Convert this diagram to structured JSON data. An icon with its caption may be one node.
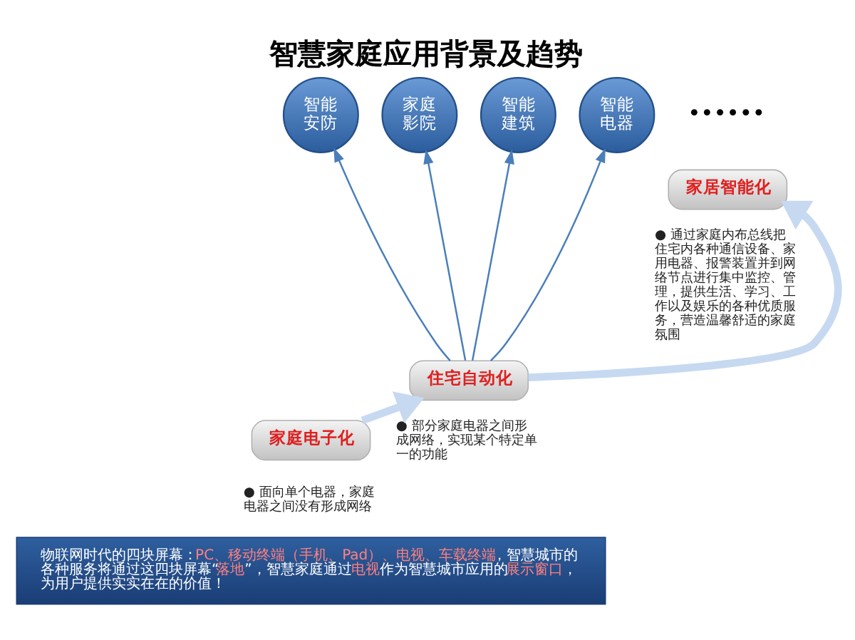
{
  "diagram": {
    "title": "智慧家庭应用背景及趋势",
    "nodes": [
      {
        "text": [
          "智能安防"
        ]
      },
      {
        "text": [
          "家庭影院"
        ]
      },
      {
        "text": [
          "智能建筑"
        ]
      },
      {
        "text": [
          "智能电器"
        ]
      },
      {
        "text": [
          "家居智能化"
        ],
        "beside": [
          "● 通过家庭内布总线把住宅内各种通信设备、家用电器、报警装置并到网络节点进行集中监控、管理，提供生活、学习、工作以及娱乐的各种优质服务，营造温馨舒适的家庭氛围"
        ]
      },
      {
        "text": [
          "住宅自动化"
        ],
        "beside": [
          "● 部分家庭电器之间形成网络，实现某个特定单一的功能"
        ]
      },
      {
        "text": [
          "家庭电子化"
        ],
        "beside": [
          "● 面向单个电器，家庭电器之间没有形成网络"
        ]
      },
      {
        "text": [
          "物联网时代的四块屏幕：**PC、移动终端（手机、Pad）、电视、车载终端** ，智慧城市的各种服务将通过这四块屏幕“**落地**”，智慧家庭通过**电视**作为智慧城市应用的**展示窗口**，为用户提供实实在在的价值！"
        ]
      }
    ],
    "edges": [
      {
        "from": 5,
        "to": 0,
        "arrow": "to"
      },
      {
        "from": 5,
        "to": 1,
        "arrow": "to"
      },
      {
        "from": 5,
        "to": 2,
        "arrow": "to"
      },
      {
        "from": 5,
        "to": 3,
        "arrow": "to"
      },
      {
        "from": 6,
        "to": 5,
        "arrow": "to",
        "style": "thick",
        "color": "#c6d9f1"
      },
      {
        "from": 5,
        "to": 4,
        "arrow": "to",
        "style": "thick",
        "color": "#c6d9f1"
      }
    ],
    "labels": [
      "••••••"
    ]
  }
}
